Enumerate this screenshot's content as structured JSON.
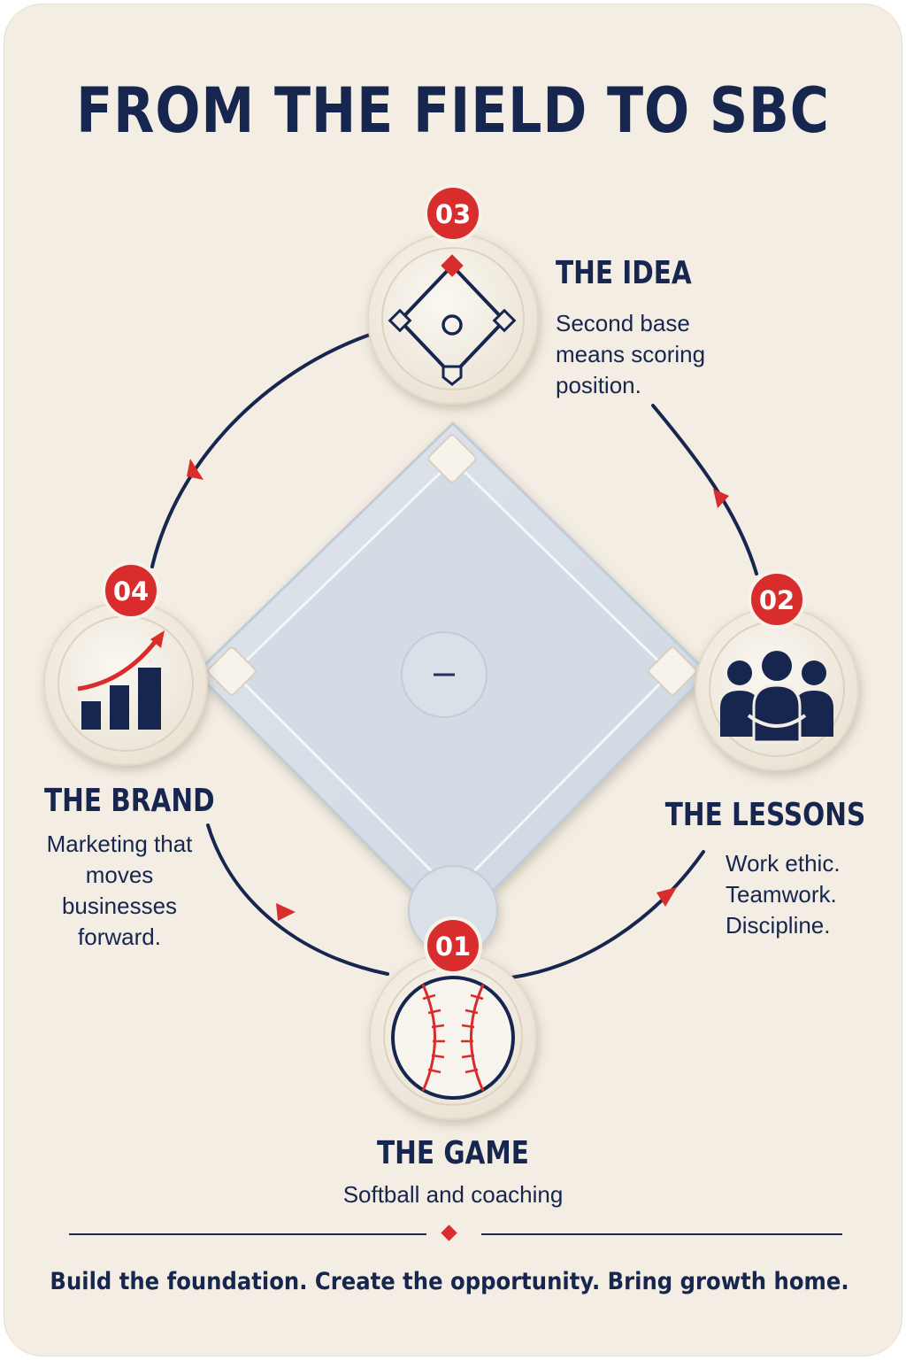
{
  "title": "FROM THE FIELD TO SBC",
  "steps": [
    {
      "number": "01",
      "title": "THE GAME",
      "description": "Softball and coaching",
      "icon": "baseball-icon"
    },
    {
      "number": "02",
      "title": "THE LESSONS",
      "description_lines": [
        "Work ethic.",
        "Teamwork.",
        "Discipline."
      ],
      "icon": "team-icon"
    },
    {
      "number": "03",
      "title": "THE IDEA",
      "description_lines": [
        "Second base",
        "means scoring",
        "position."
      ],
      "icon": "baseball-diamond-icon"
    },
    {
      "number": "04",
      "title": "THE BRAND",
      "description_lines": [
        "Marketing that",
        "moves businesses",
        "forward."
      ],
      "icon": "growth-chart-icon"
    }
  ],
  "tagline": "Build the foundation. Create the opportunity. Bring growth home.",
  "colors": {
    "navy": "#16264f",
    "red": "#d92c2c",
    "cream": "#f3ede3",
    "field": "#d6dde6"
  }
}
